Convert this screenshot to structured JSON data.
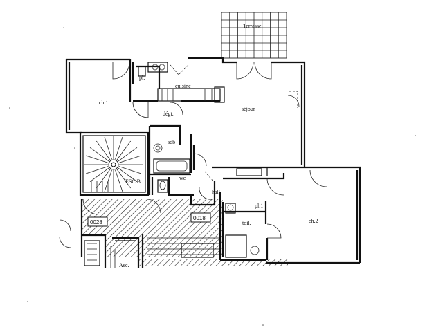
{
  "rooms": {
    "terrasse": "Terrasse",
    "ch1": "ch.1",
    "pl": "pl.",
    "cuisine": "cuisine",
    "degt": "dégt.",
    "sejour": "séjour",
    "sdb": "sdb",
    "esc": "ESC.B",
    "wc": "wc",
    "hall": "hall",
    "pl1": "pl.1",
    "toil": "toil.",
    "ch2": "ch.2",
    "asc": "Asc."
  },
  "lots": {
    "lot_a": "0028",
    "lot_b": "0018"
  }
}
